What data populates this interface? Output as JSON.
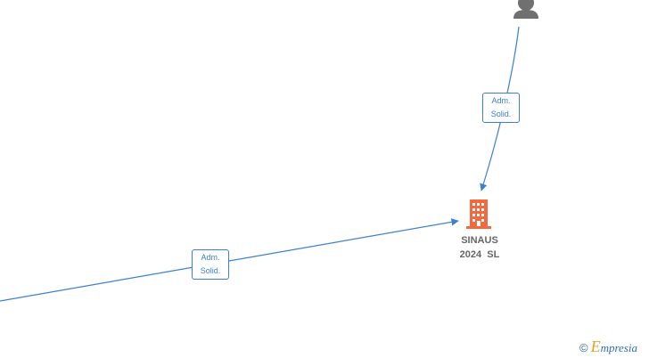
{
  "graph": {
    "company": {
      "name_line1": "SINAUS",
      "name_line2": "2024  SL",
      "icon": "building-icon",
      "color": "#f26a3d"
    },
    "person": {
      "icon": "person-icon",
      "color": "#707070"
    },
    "edges": [
      {
        "label_line1": "Adm.",
        "label_line2": "Solid.",
        "from": "person",
        "to": "company"
      },
      {
        "label_line1": "Adm.",
        "label_line2": "Solid.",
        "from": "offscreen-left",
        "to": "company"
      }
    ],
    "edge_color": "#3c7fd3"
  },
  "watermark": {
    "copyright": "©",
    "brand_first": "E",
    "brand_rest": "mpresia"
  }
}
